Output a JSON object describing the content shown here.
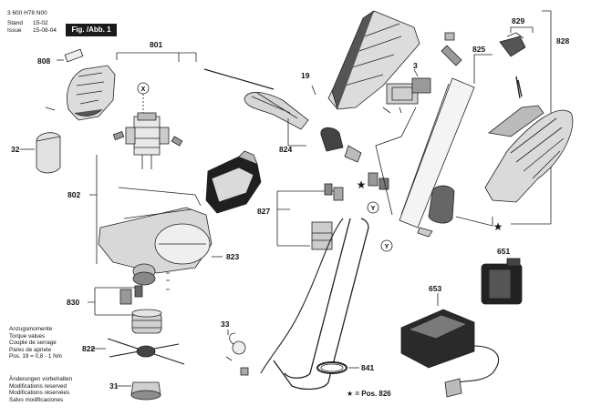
{
  "header": {
    "doc_number": "3 600 H78 N00",
    "stand_label": "Stand",
    "issue_label": "Issue",
    "stand_value": "15-02",
    "issue_value": "15-08-04",
    "figure_label": "Fig. /Abb. 1"
  },
  "torque_note": {
    "lines": [
      "Anzugsmomente",
      "Torque values",
      "Couple de serrage",
      "Pares de apriete",
      "Pos.   19 = 0,8 - 1 Nm"
    ]
  },
  "modifications_note": {
    "lines": [
      "Änderungen vorbehalten",
      "Modifications reserved",
      "Modifications réservées",
      "Salvo modificaciones"
    ]
  },
  "star_note": "★ = Pos. 826",
  "reference_markers": {
    "x": "X",
    "y": "Y"
  },
  "parts": [
    {
      "id": "p801",
      "label": "801"
    },
    {
      "id": "p808",
      "label": "808"
    },
    {
      "id": "p32",
      "label": "32"
    },
    {
      "id": "p802",
      "label": "802"
    },
    {
      "id": "p823",
      "label": "823"
    },
    {
      "id": "p830",
      "label": "830"
    },
    {
      "id": "p822",
      "label": "822"
    },
    {
      "id": "p31",
      "label": "31"
    },
    {
      "id": "p33",
      "label": "33"
    },
    {
      "id": "p19",
      "label": "19"
    },
    {
      "id": "p824",
      "label": "824"
    },
    {
      "id": "p827",
      "label": "827"
    },
    {
      "id": "p3",
      "label": "3"
    },
    {
      "id": "p825",
      "label": "825"
    },
    {
      "id": "p829",
      "label": "829"
    },
    {
      "id": "p828",
      "label": "828"
    },
    {
      "id": "p651",
      "label": "651"
    },
    {
      "id": "p653",
      "label": "653"
    },
    {
      "id": "p841",
      "label": "841"
    }
  ]
}
